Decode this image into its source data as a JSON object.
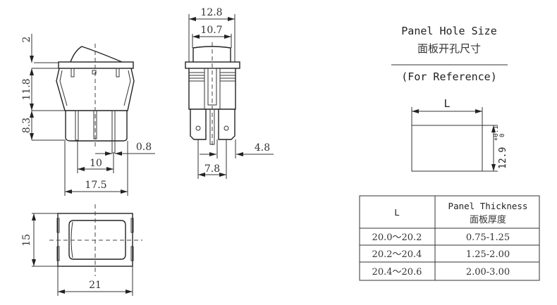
{
  "front_view": {
    "dims": {
      "top": "2",
      "body": "11.8",
      "terminal": "8.3",
      "pin_width": "0.8",
      "pin_pitch": "10",
      "width": "17.5"
    }
  },
  "side_view": {
    "dims": {
      "outer": "12.8",
      "cap": "10.7",
      "terminal_offset": "4.8",
      "terminal_pitch": "7.8"
    }
  },
  "bottom_view": {
    "dims": {
      "height": "15",
      "width": "21"
    }
  },
  "panel_hole": {
    "title": "Panel Hole Size",
    "title_cn": "面板开孔尺寸",
    "note": "(For Reference)",
    "width_label": "L",
    "height": "12.9",
    "tol_plus": "+0.1",
    "tol_minus": "0"
  },
  "table": {
    "headers": {
      "l": "L",
      "thickness": "Panel Thickness",
      "thickness_cn": "面板厚度"
    },
    "rows": [
      {
        "l": "20.0～20.2",
        "thickness": "0.75-1.25"
      },
      {
        "l": "20.2～20.4",
        "thickness": "1.25-2.00"
      },
      {
        "l": "20.4～20.6",
        "thickness": "2.00-3.00"
      }
    ]
  }
}
